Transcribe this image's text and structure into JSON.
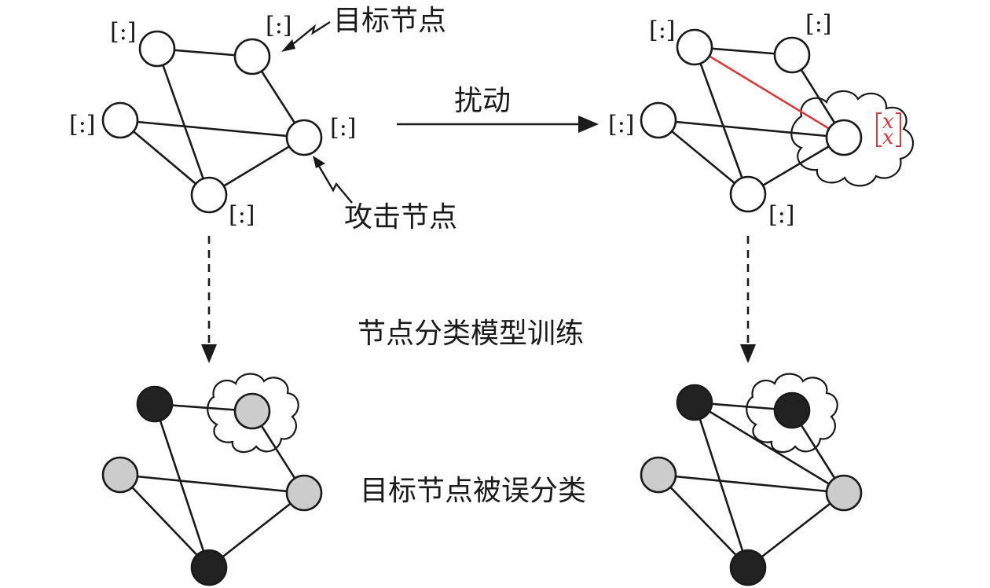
{
  "labels": {
    "target_node": "目标节点",
    "attack_node": "攻击节点",
    "perturbation": "扰动",
    "training": "节点分类模型训练",
    "misclassified": "目标节点被误分类"
  },
  "feature_symbol": "[:]",
  "perturbed_feature": {
    "top": "x",
    "bottom": "x"
  },
  "colors": {
    "node_stroke": "#1a1a1a",
    "node_white": "#ffffff",
    "class_black": "#222222",
    "class_gray": "#cccccc",
    "perturbation_edge": "#d93a3a"
  },
  "graph": {
    "nodes": [
      "A",
      "B",
      "C",
      "D",
      "E"
    ],
    "edges": [
      [
        "A",
        "B"
      ],
      [
        "A",
        "E"
      ],
      [
        "B",
        "D"
      ],
      [
        "C",
        "D"
      ],
      [
        "C",
        "E"
      ],
      [
        "D",
        "E"
      ]
    ],
    "target_node": "B",
    "attack_node": "D",
    "perturbation_edge": [
      "A",
      "D"
    ],
    "clean_classes": {
      "A": "black",
      "B": "gray",
      "C": "gray",
      "D": "gray",
      "E": "black"
    },
    "perturbed_classes": {
      "A": "black",
      "B": "black",
      "C": "gray",
      "D": "gray",
      "E": "black"
    }
  }
}
